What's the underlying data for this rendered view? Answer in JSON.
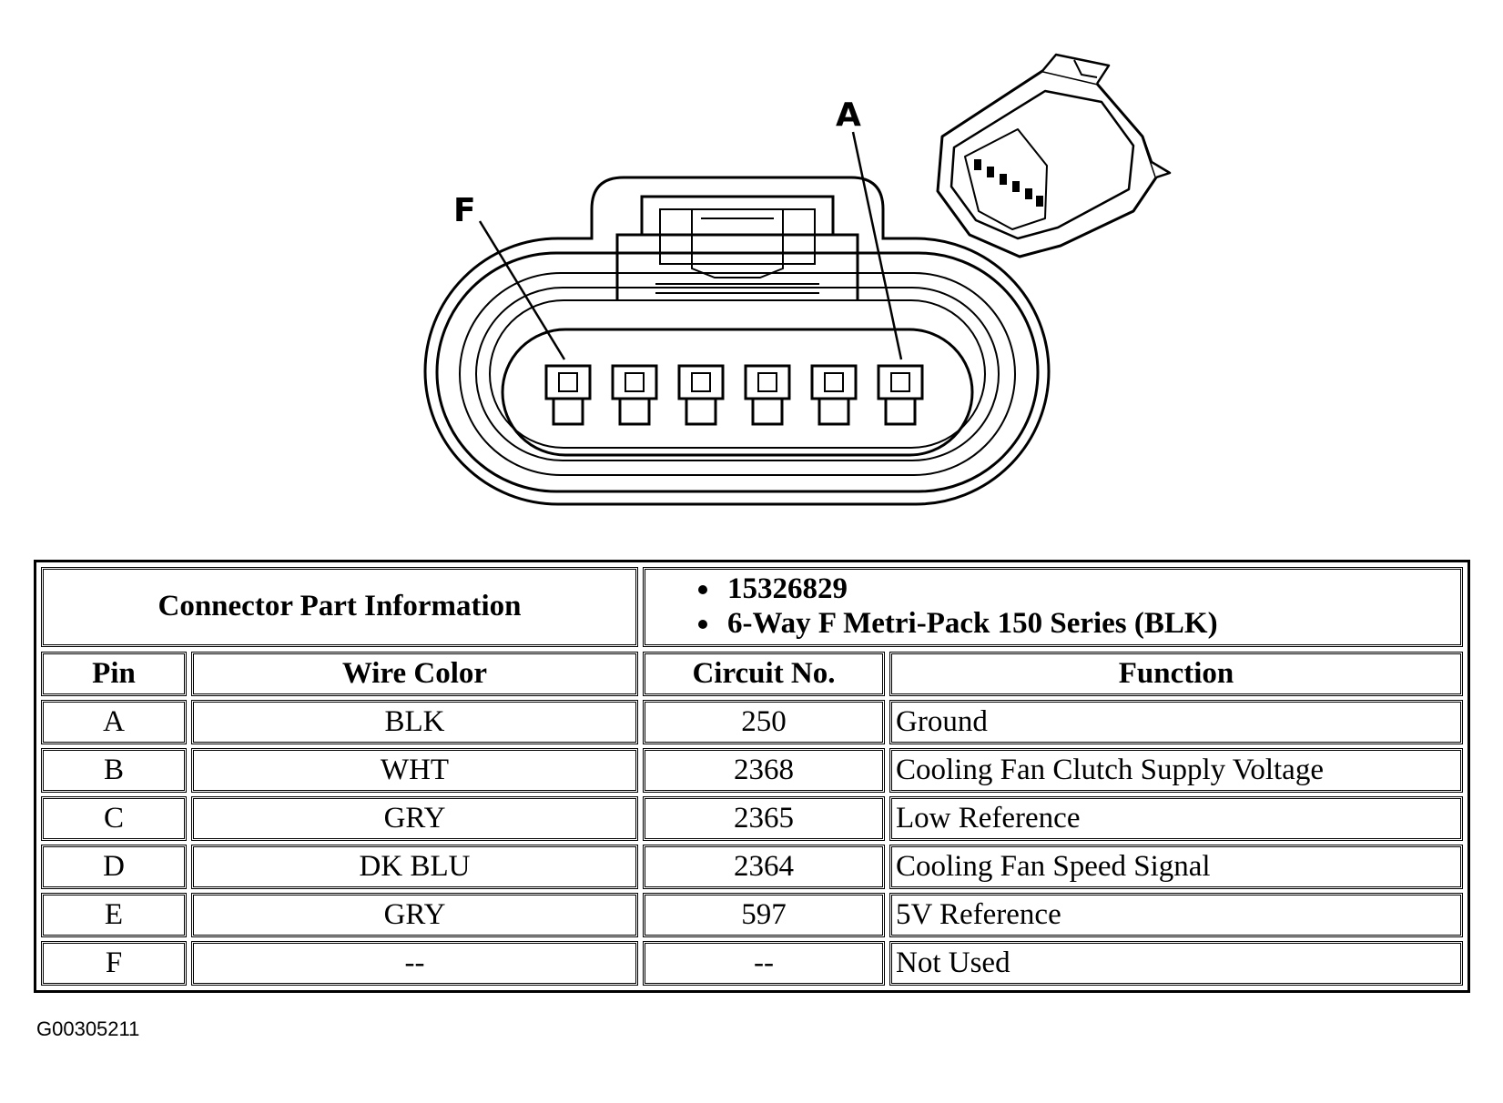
{
  "diagram": {
    "callouts": {
      "pin_a": "A",
      "pin_f": "F"
    }
  },
  "table": {
    "part_info_label": "Connector Part Information",
    "part_info_items": [
      "15326829",
      "6-Way F Metri-Pack 150 Series (BLK)"
    ],
    "headers": {
      "pin": "Pin",
      "wire_color": "Wire Color",
      "circuit": "Circuit No.",
      "function": "Function"
    },
    "rows": [
      {
        "pin": "A",
        "wire_color": "BLK",
        "circuit": "250",
        "function": "Ground"
      },
      {
        "pin": "B",
        "wire_color": "WHT",
        "circuit": "2368",
        "function": "Cooling Fan Clutch Supply Voltage"
      },
      {
        "pin": "C",
        "wire_color": "GRY",
        "circuit": "2365",
        "function": "Low Reference"
      },
      {
        "pin": "D",
        "wire_color": "DK BLU",
        "circuit": "2364",
        "function": "Cooling Fan Speed Signal"
      },
      {
        "pin": "E",
        "wire_color": "GRY",
        "circuit": "597",
        "function": "5V Reference"
      },
      {
        "pin": "F",
        "wire_color": "--",
        "circuit": "--",
        "function": "Not Used"
      }
    ]
  },
  "figure_id": "G00305211"
}
